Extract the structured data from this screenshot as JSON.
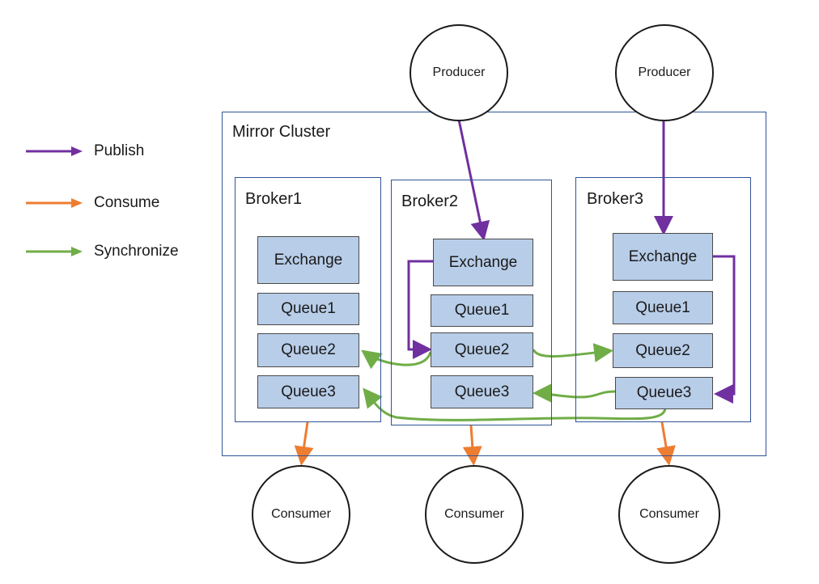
{
  "legend": [
    {
      "id": "publish",
      "label": "Publish",
      "color": "#7030a0"
    },
    {
      "id": "consume",
      "label": "Consume",
      "color": "#ed7d31"
    },
    {
      "id": "synchronize",
      "label": "Synchronize",
      "color": "#70ad47"
    }
  ],
  "cluster": {
    "label": "Mirror Cluster"
  },
  "producers": [
    {
      "label": "Producer"
    },
    {
      "label": "Producer"
    }
  ],
  "consumers": [
    {
      "label": "Consumer"
    },
    {
      "label": "Consumer"
    },
    {
      "label": "Consumer"
    }
  ],
  "brokers": [
    {
      "label": "Broker1",
      "exchange": "Exchange",
      "queues": [
        "Queue1",
        "Queue2",
        "Queue3"
      ]
    },
    {
      "label": "Broker2",
      "exchange": "Exchange",
      "queues": [
        "Queue1",
        "Queue2",
        "Queue3"
      ]
    },
    {
      "label": "Broker3",
      "exchange": "Exchange",
      "queues": [
        "Queue1",
        "Queue2",
        "Queue3"
      ]
    }
  ]
}
